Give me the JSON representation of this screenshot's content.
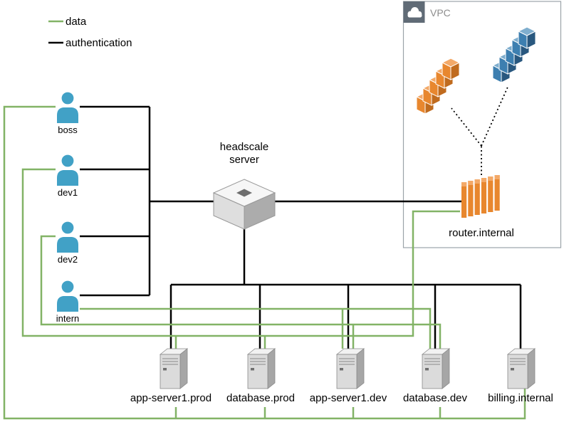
{
  "colors": {
    "edge_data": "#82B366",
    "edge_auth": "#000000",
    "person_blue": "#41A1C6",
    "aws_orange": "#E8872E",
    "aws_blue": "#3D7FB0",
    "vpc_header": "#606B76",
    "server_gray": "#DBDBDB"
  },
  "legend": {
    "items": [
      {
        "label": "data",
        "color": "#82B366"
      },
      {
        "label": "authentication",
        "color": "#000000"
      }
    ]
  },
  "users": [
    {
      "label": "boss"
    },
    {
      "label": "dev1"
    },
    {
      "label": "dev2"
    },
    {
      "label": "intern"
    }
  ],
  "hub": {
    "line1": "headscale",
    "line2": "server"
  },
  "vpc": {
    "label": "VPC",
    "router_label": "router.internal"
  },
  "servers": [
    {
      "label": "app-server1.prod"
    },
    {
      "label": "database.prod"
    },
    {
      "label": "app-server1.dev"
    },
    {
      "label": "database.dev"
    },
    {
      "label": "billing.internal"
    }
  ],
  "edges": {
    "data": [
      {
        "from": "boss",
        "to": "app-server1.prod"
      },
      {
        "from": "boss",
        "to": "database.prod"
      },
      {
        "from": "boss",
        "to": "app-server1.dev"
      },
      {
        "from": "boss",
        "to": "database.dev"
      },
      {
        "from": "boss",
        "to": "billing.internal"
      },
      {
        "from": "dev1",
        "to": "app-server1.prod"
      },
      {
        "from": "dev1",
        "to": "database.prod"
      },
      {
        "from": "dev1",
        "to": "router.internal"
      },
      {
        "from": "dev2",
        "to": "app-server1.dev"
      },
      {
        "from": "dev2",
        "to": "database.dev"
      },
      {
        "from": "intern",
        "to": "app-server1.dev"
      },
      {
        "from": "intern",
        "to": "database.dev"
      }
    ],
    "authentication": [
      {
        "from": "boss",
        "to": "headscale server"
      },
      {
        "from": "dev1",
        "to": "headscale server"
      },
      {
        "from": "dev2",
        "to": "headscale server"
      },
      {
        "from": "intern",
        "to": "headscale server"
      },
      {
        "from": "headscale server",
        "to": "router.internal"
      },
      {
        "from": "headscale server",
        "to": "app-server1.prod"
      },
      {
        "from": "headscale server",
        "to": "database.prod"
      },
      {
        "from": "headscale server",
        "to": "app-server1.dev"
      },
      {
        "from": "headscale server",
        "to": "database.dev"
      },
      {
        "from": "headscale server",
        "to": "billing.internal"
      }
    ],
    "dotted": [
      {
        "from": "router.internal",
        "to": "vpc-instances-orange"
      },
      {
        "from": "router.internal",
        "to": "vpc-instances-blue"
      }
    ]
  }
}
